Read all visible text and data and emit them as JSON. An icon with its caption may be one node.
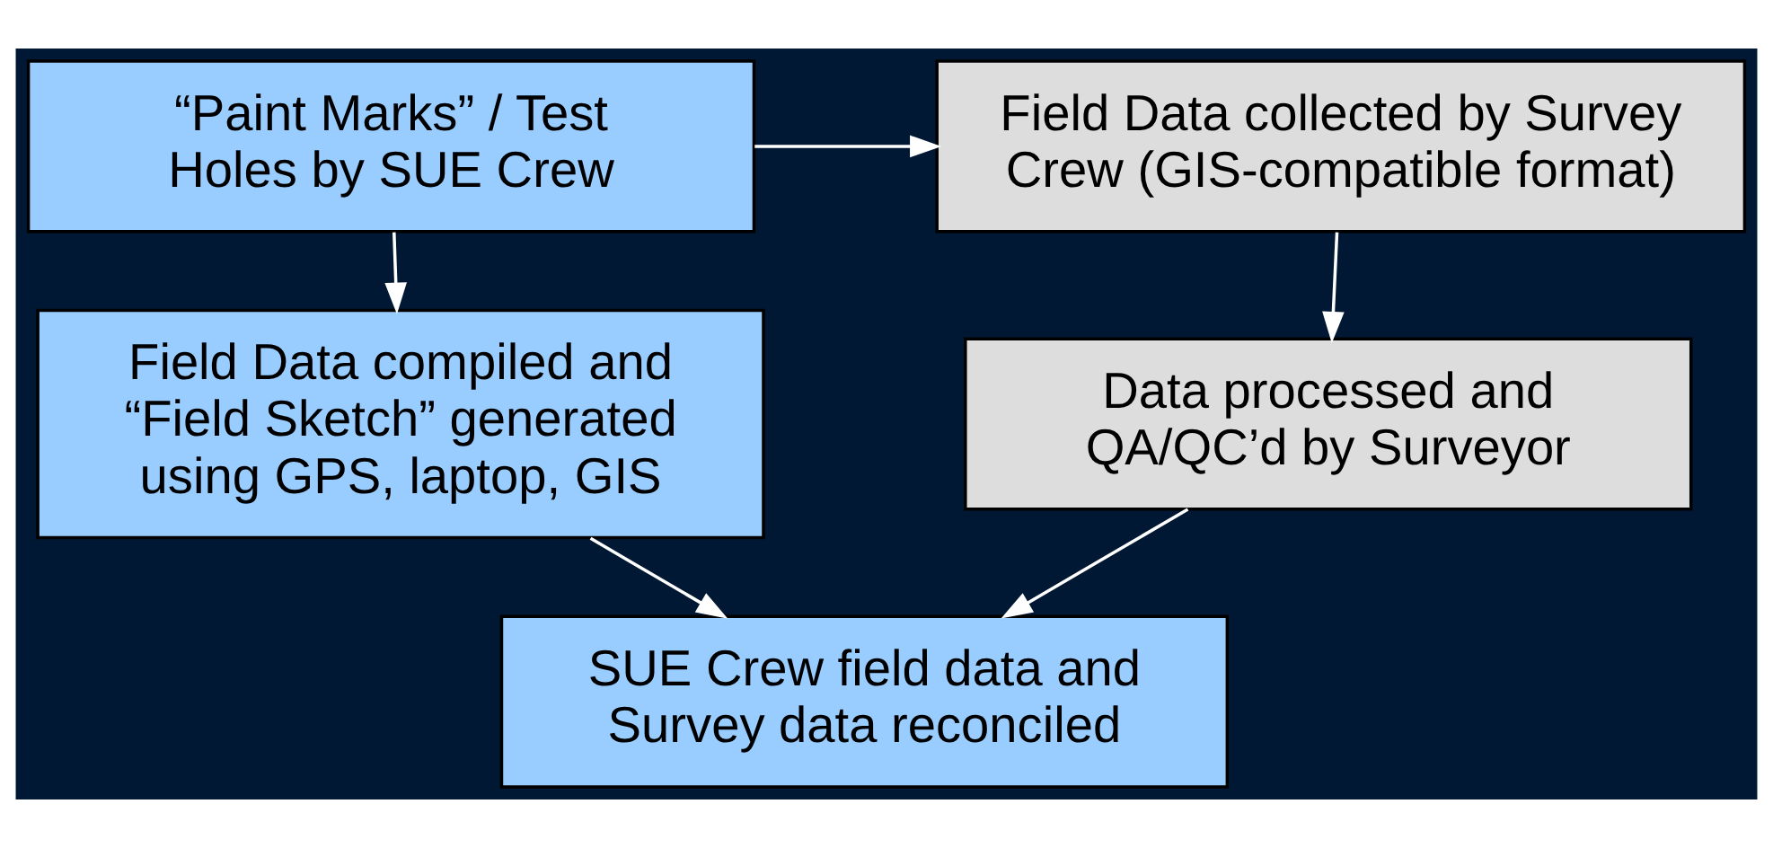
{
  "diagram": {
    "nodes": [
      {
        "text": [
          "“Paint Marks” / Test Holes by SUE Crew"
        ]
      },
      {
        "text": [
          "Field Data collected by Survey Crew (GIS-compatible format)"
        ]
      },
      {
        "text": [
          "Field Data compiled and “Field Sketch” generated using GPS, laptop, GIS"
        ]
      },
      {
        "text": [
          "Data processed and QA/QC’d by Surveyor"
        ]
      },
      {
        "text": [
          "SUE Crew field data and Survey data reconciled"
        ]
      }
    ],
    "edges": [
      {
        "from": 0,
        "to": 1,
        "arrow": "to"
      },
      {
        "from": 0,
        "to": 2,
        "arrow": "to"
      },
      {
        "from": 1,
        "to": 3,
        "arrow": "to"
      },
      {
        "from": 2,
        "to": 4,
        "arrow": "to"
      },
      {
        "from": 3,
        "to": 4,
        "arrow": "to"
      }
    ]
  }
}
